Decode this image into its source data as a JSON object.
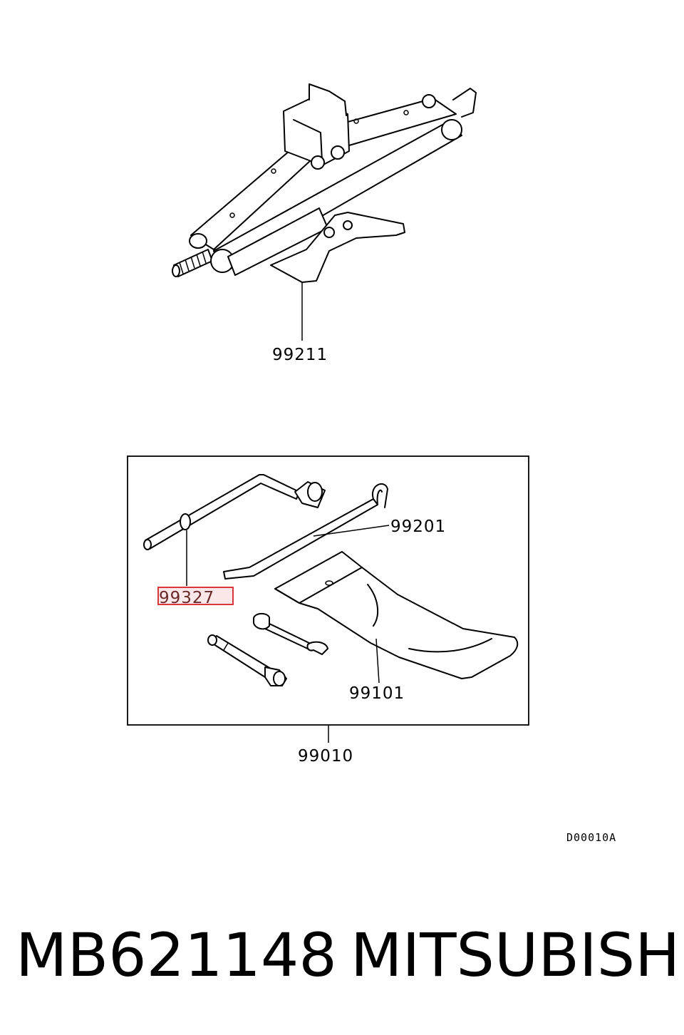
{
  "labels": {
    "jack": "99211",
    "handle": "99201",
    "wrench_handle": "99327",
    "bag": "99101",
    "kit": "99010",
    "ref_code": "D00010A"
  },
  "highlight_color": "#d9363e",
  "footer": {
    "part_number": "MB621148",
    "brand": "MITSUBISHI"
  }
}
